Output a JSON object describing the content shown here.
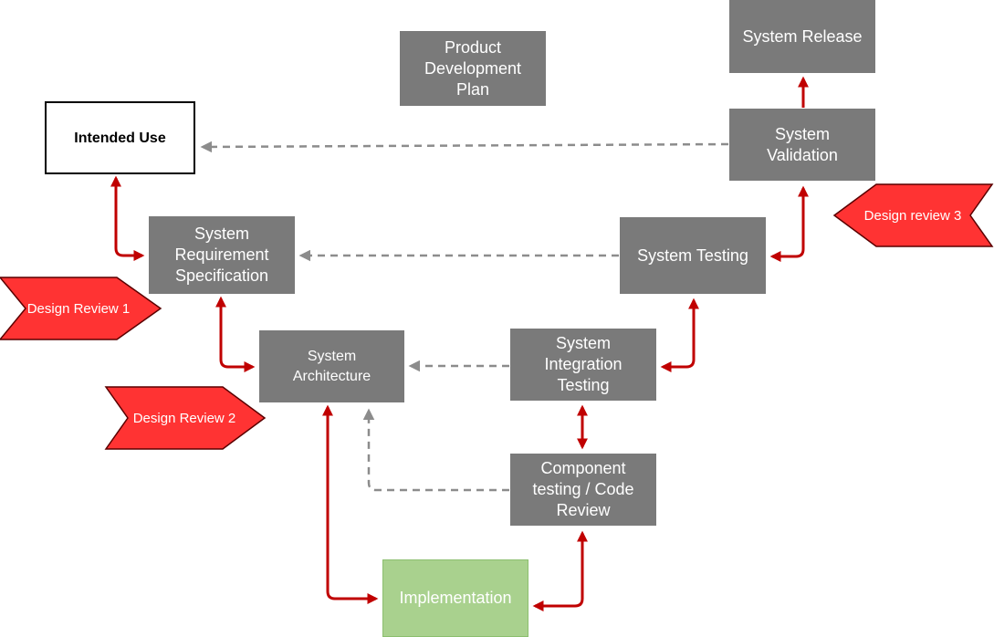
{
  "nodes": {
    "product_plan": "Product\nDevelopment\nPlan",
    "system_release": "System Release",
    "intended_use": "Intended Use",
    "system_validation": "System\nValidation",
    "system_requirement": "System\nRequirement\nSpecification",
    "system_testing": "System Testing",
    "system_architecture": "System\nArchitecture",
    "system_integration": "System\nIntegration\nTesting",
    "component_testing": "Component\ntesting / Code\nReview",
    "implementation": "Implementation"
  },
  "reviews": {
    "review_1": "Design Review 1",
    "review_2": "Design Review 2",
    "review_3": "Design review 3"
  },
  "colors": {
    "node_gray": "#7a7a7a",
    "implementation_green": "#a9d18e",
    "arrow_red": "#c00000",
    "review_fill": "#ff3333",
    "dashed_gray": "#8c8c8c"
  }
}
